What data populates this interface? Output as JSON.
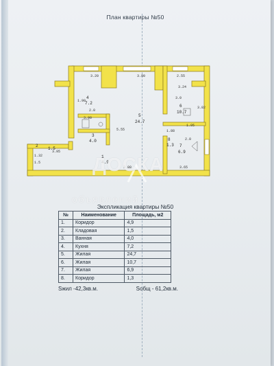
{
  "plan_title": "План квартиры №50",
  "dimensions": {
    "top_a": "3.20",
    "top_b": "3.90",
    "top_c": "2.55",
    "left_room4": "1.90",
    "room4_w": "2.0",
    "center_h": "5.55",
    "mid_w": "3.90",
    "bottom_a": "3.95",
    "bottom_b": "3.80",
    "bottom_c": "3.65",
    "room6_w": "3.0",
    "room6_h": "3.82",
    "room6_sub": "3.24",
    "room7_w": "2.0",
    "room7_b": "1.95",
    "room8": "1.88",
    "left_small": "1.32",
    "left_small2": "1.5"
  },
  "rooms": [
    {
      "num": "4",
      "area": "7.2"
    },
    {
      "num": "5",
      "area": "24.7"
    },
    {
      "num": "6",
      "area": "10.7"
    },
    {
      "num": "7",
      "area": "6.9"
    },
    {
      "num": "1",
      "area": "4.9"
    },
    {
      "num": "2",
      "area": "1.5"
    },
    {
      "num": "3",
      "area": "4.0"
    },
    {
      "num": "8",
      "area": "1.3"
    }
  ],
  "watermark": {
    "main": "ДОСКА",
    "sub": "объявлений"
  },
  "explication_title": "Экспликация квартиры №50",
  "table": {
    "col_num": "№",
    "col_name": "Наименование",
    "col_area": "Площадь, м2",
    "rows": [
      {
        "num": "1.",
        "name": "Коридор",
        "area": "4,9"
      },
      {
        "num": "2.",
        "name": "Кладовая",
        "area": "1,5"
      },
      {
        "num": "3.",
        "name": "Ванная",
        "area": "4,0"
      },
      {
        "num": "4.",
        "name": "Кухня",
        "area": "7,2"
      },
      {
        "num": "5.",
        "name": "Жилая",
        "area": "24,7"
      },
      {
        "num": "6.",
        "name": "Жилая",
        "area": "10,7"
      },
      {
        "num": "7.",
        "name": "Жилая",
        "area": "6,9"
      },
      {
        "num": "8.",
        "name": "Коридор",
        "area": "1,3"
      }
    ]
  },
  "living_area": "Sжил -42,3кв.м.",
  "total_area": "Sобщ - 61,2кв.м.",
  "colors": {
    "wall": "#f2e24a",
    "wall_edge": "#8a7a1c",
    "paper": "#eef1f4"
  }
}
